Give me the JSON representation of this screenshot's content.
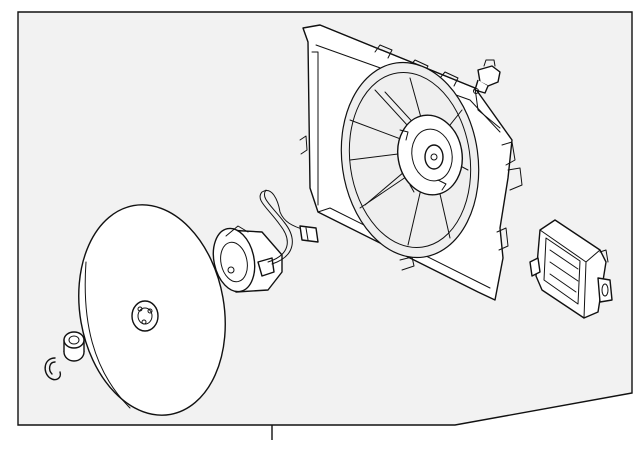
{
  "diagram": {
    "colors": {
      "line": "#111111",
      "panel_fill": "#f2f2f2",
      "background": "#ffffff",
      "part_fill": "#ffffff"
    },
    "parts": [
      "fan-shroud",
      "shroud-grommet",
      "cooling-fan-module",
      "fan-motor",
      "fan-blade",
      "clip",
      "nut"
    ]
  }
}
